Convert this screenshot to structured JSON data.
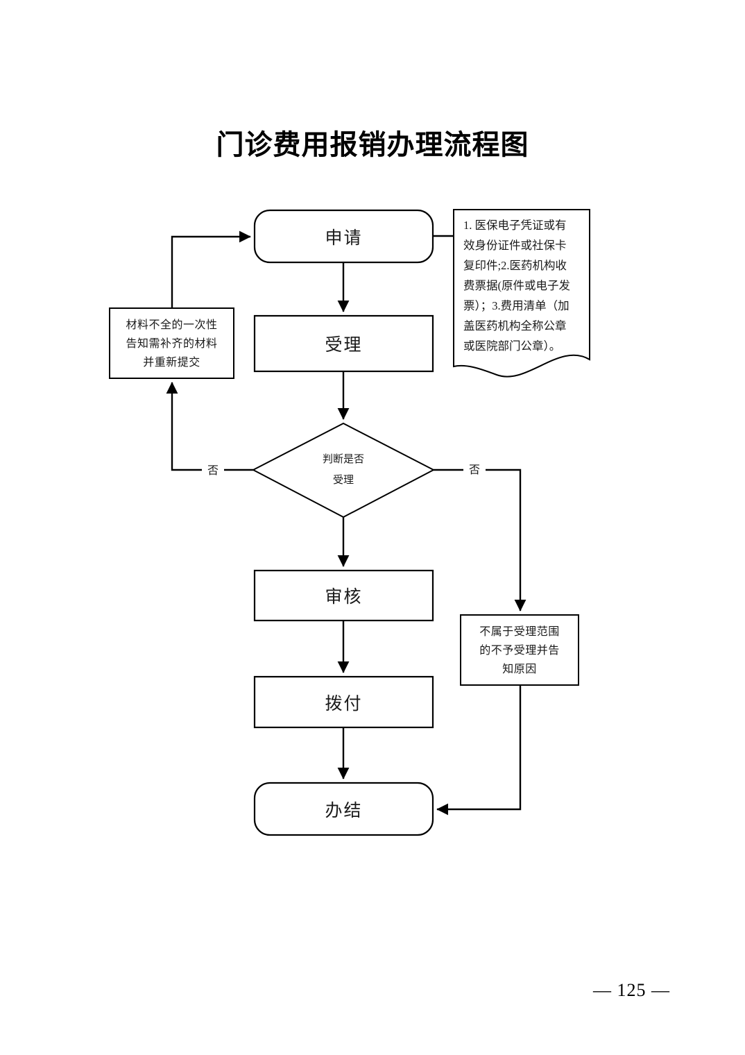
{
  "document": {
    "title": "门诊费用报销办理流程图",
    "page_number": "— 125 —"
  },
  "flowchart": {
    "nodes": {
      "apply": {
        "label": "申请",
        "shape": "rounded-rect"
      },
      "accept": {
        "label": "受理",
        "shape": "rect"
      },
      "decision": {
        "label_line1": "判断是否",
        "label_line2": "受理",
        "shape": "diamond"
      },
      "review": {
        "label": "审核",
        "shape": "rect"
      },
      "disburse": {
        "label": "拨付",
        "shape": "rect"
      },
      "complete": {
        "label": "办结",
        "shape": "rounded-rect"
      },
      "incomplete_materials": {
        "label_line1": "材料不全的一次性",
        "label_line2": "告知需补齐的材料",
        "label_line3": "并重新提交",
        "shape": "rect"
      },
      "out_of_scope": {
        "label_line1": "不属于受理范围",
        "label_line2": "的不予受理并告",
        "label_line3": "知原因",
        "shape": "rect"
      },
      "materials_note": {
        "line1": "1. 医保电子凭证或有",
        "line2": "效身份证件或社保卡",
        "line3": "复印件;2.医药机构收",
        "line4": "费票据(原件或电子发",
        "line5": "票）；3.费用清单（加",
        "line6": "盖医药机构全称公章",
        "line7": "或医院部门公章）。",
        "shape": "document"
      }
    },
    "edge_labels": {
      "decision_no_left": "否",
      "decision_no_right": "否"
    },
    "colors": {
      "stroke": "#000000",
      "fill": "#ffffff",
      "text": "#1a1a1a"
    }
  }
}
